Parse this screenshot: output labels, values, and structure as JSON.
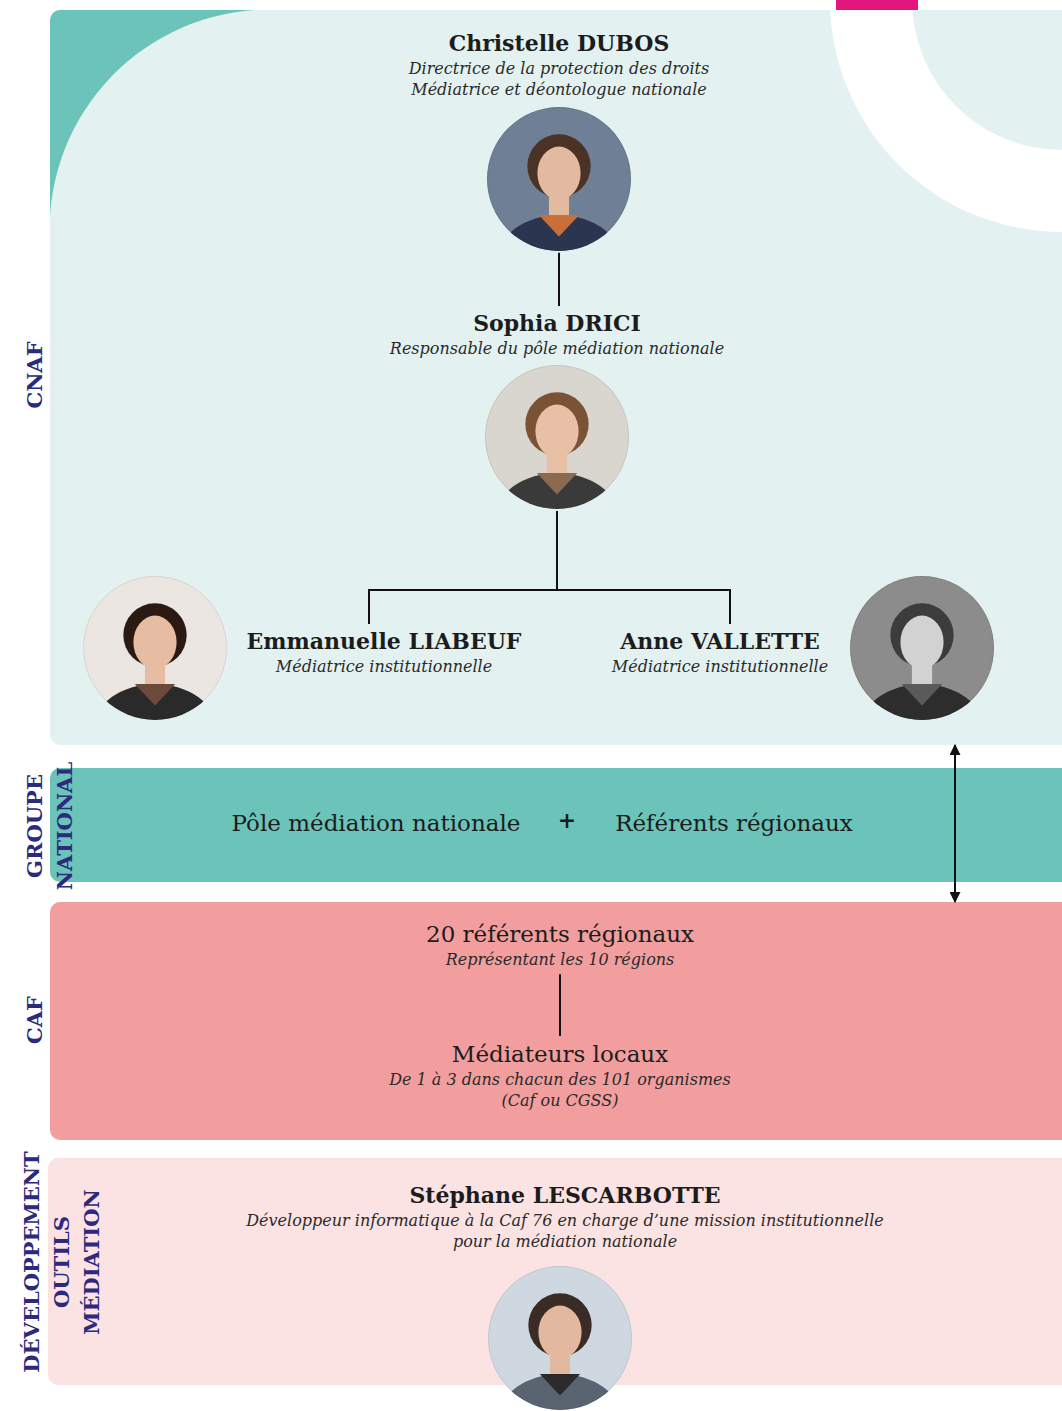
{
  "diagram": {
    "nodes": [
      {
        "text": [
          "CNAF"
        ]
      },
      {
        "text": [
          "Christelle DUBOS",
          "Directrice de la protection des droits Médiatrice et déontologue nationale"
        ],
        "in": 0
      },
      {
        "text": [
          "Sophia DRICI",
          "Responsable du pôle médiation nationale"
        ],
        "in": 0
      },
      {
        "text": [
          "Emmanuelle LIABEUF",
          "Médiatrice institutionnelle"
        ],
        "in": 0
      },
      {
        "text": [
          "Anne VALLETTE",
          "Médiatrice institutionnelle"
        ],
        "in": 0
      },
      {
        "text": [
          "GROUPE NATIONAL",
          "Pôle médiation nationale",
          "+",
          "Référents régionaux"
        ]
      },
      {
        "text": [
          "CAF"
        ]
      },
      {
        "text": [
          "20 référents régionaux",
          "Représentant les 10 régions"
        ],
        "in": 6
      },
      {
        "text": [
          "Médiateurs locaux",
          "De 1 à 3 dans chacun des 101 organismes (Caf ou CGSS)"
        ],
        "in": 6
      },
      {
        "text": [
          "DÉVELOPPEMENT OUTILS MÉDIATION"
        ]
      },
      {
        "text": [
          "Stéphane LESCARBOTTE",
          "Développeur informatique à la Caf 76 en charge d’une mission institutionnelle pour la médiation nationale"
        ],
        "in": 9
      }
    ],
    "edges": [
      {
        "from": 1,
        "to": 2,
        "arrow": "none"
      },
      {
        "from": 2,
        "to": 3,
        "arrow": "none"
      },
      {
        "from": 2,
        "to": 4,
        "arrow": "none"
      },
      {
        "from": 0,
        "to": 6,
        "arrow": "both"
      },
      {
        "from": 7,
        "to": 8,
        "arrow": "none"
      }
    ]
  }
}
